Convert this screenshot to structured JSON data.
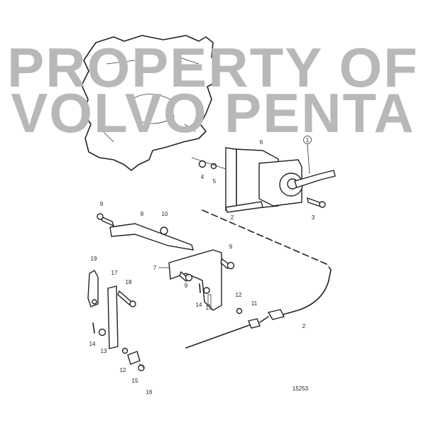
{
  "watermark": {
    "line1": "PROPERTY OF",
    "line2": "VOLVO PENTA"
  },
  "drawing_number": "15253",
  "callouts": {
    "c1": "1",
    "c2a": "2",
    "c2b": "2",
    "c3": "3",
    "c4": "4",
    "c5": "5",
    "c6": "6",
    "c7": "7",
    "c8": "8",
    "c9a": "9",
    "c9b": "9",
    "c9c": "9",
    "c10": "10",
    "c11": "11",
    "c12a": "12",
    "c12b": "12",
    "c13a": "13",
    "c13b": "13",
    "c14a": "14",
    "c14b": "14",
    "c15": "15",
    "c16": "16",
    "c17": "17",
    "c18": "18",
    "c19": "19"
  }
}
